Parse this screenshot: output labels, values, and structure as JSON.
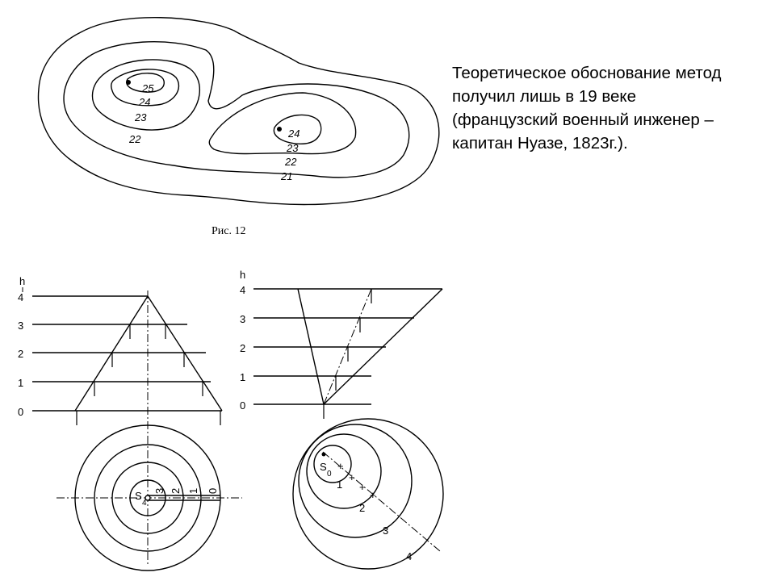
{
  "text_block": {
    "lines": [
      "Теоретическое обоснование метод",
      "получил лишь в 19 веке",
      "(французский военный инженер –",
      "капитан Нуазе, 1823г.)."
    ]
  },
  "figure_caption": "Рис. 12",
  "contour_map": {
    "left_hill_labels": [
      "25",
      "24",
      "23",
      "22"
    ],
    "right_hill_labels": [
      "24",
      "23",
      "22",
      "21"
    ]
  },
  "left_cone": {
    "axis_label": "h",
    "levels": [
      "4",
      "3",
      "2",
      "1",
      "0"
    ],
    "apex_label": "S",
    "apex_subscript": "4",
    "plan_labels": [
      "3",
      "2",
      "1",
      "0"
    ]
  },
  "right_cone": {
    "axis_label": "h",
    "levels": [
      "4",
      "3",
      "2",
      "1",
      "0"
    ],
    "apex_label": "S",
    "apex_subscript": "0",
    "plan_labels": [
      "1",
      "2",
      "3",
      "4"
    ]
  },
  "colors": {
    "ink": "#000000",
    "background": "#ffffff"
  }
}
